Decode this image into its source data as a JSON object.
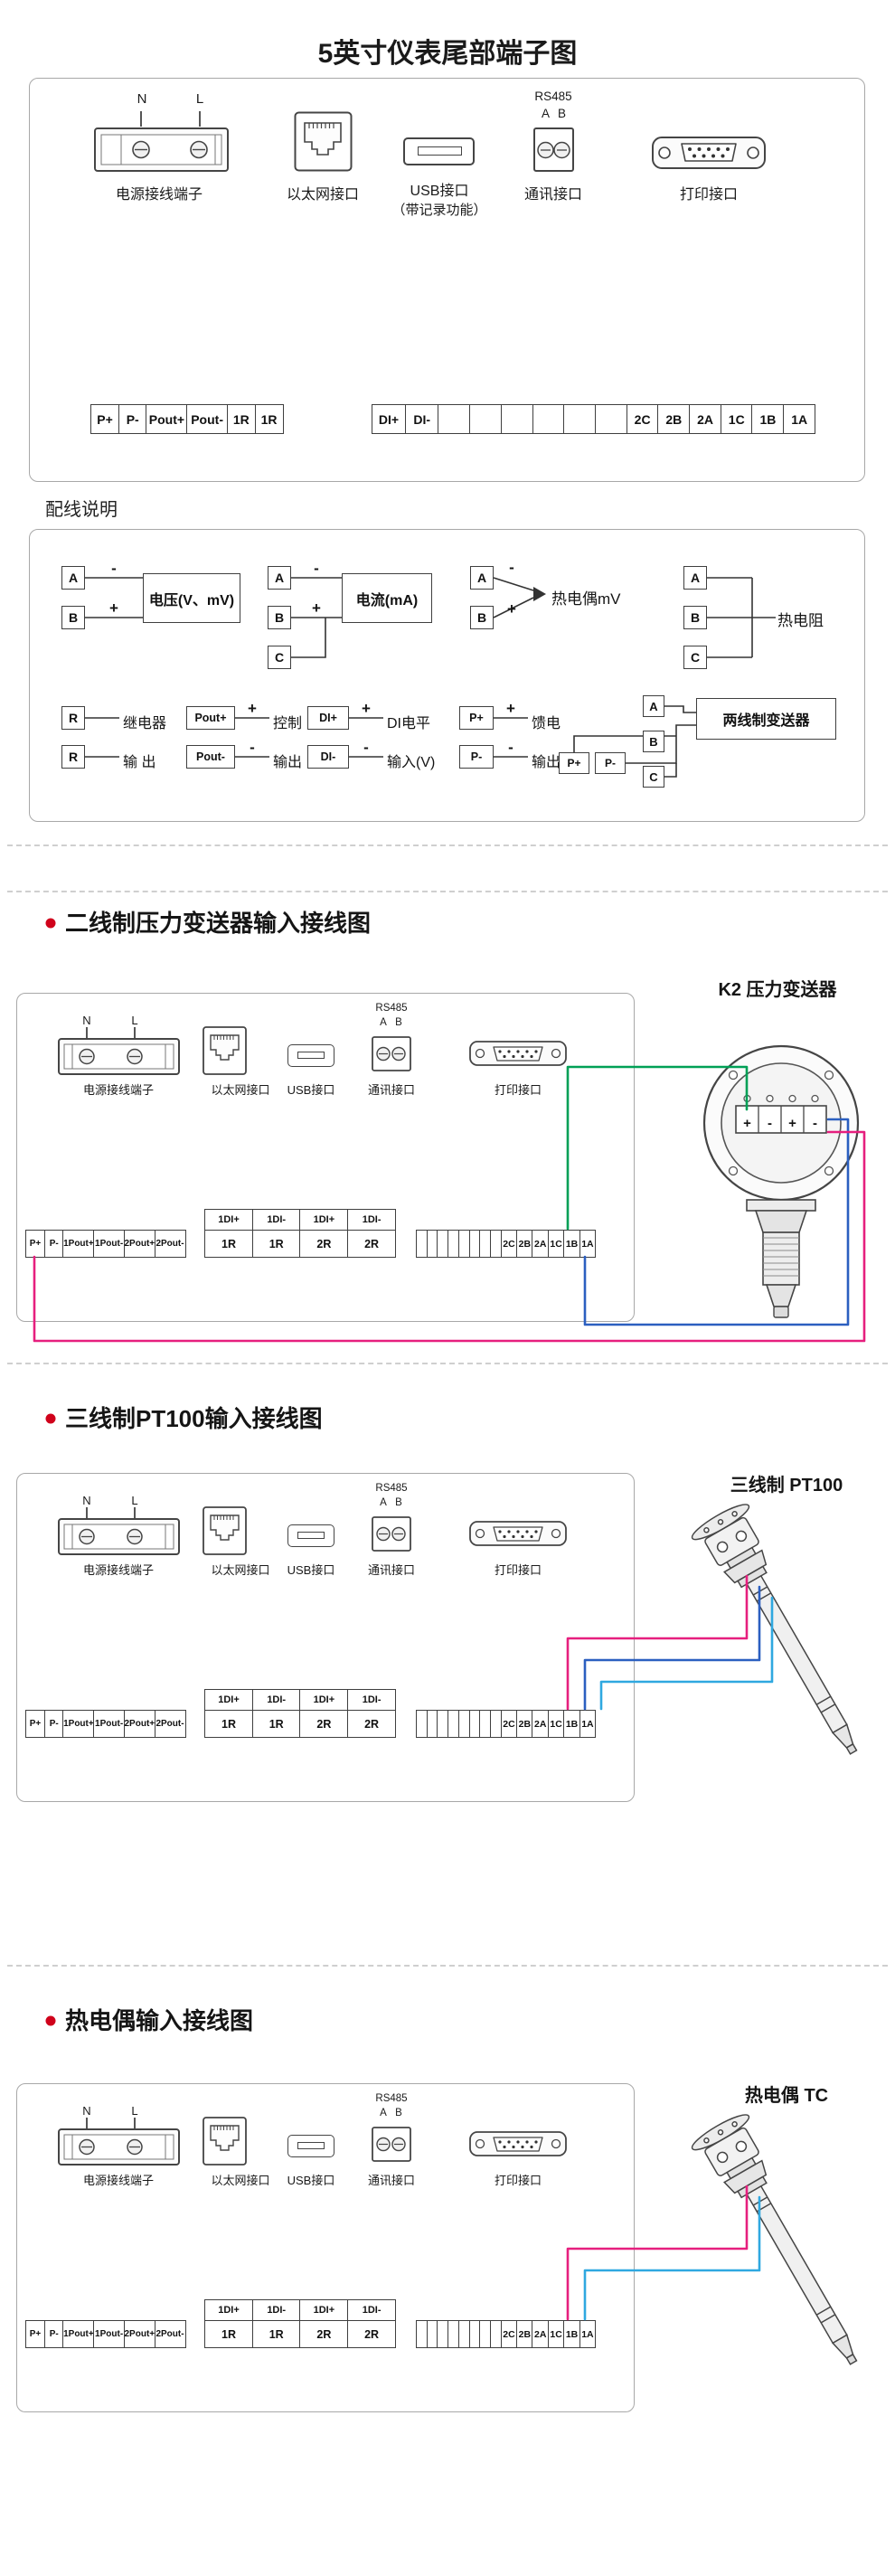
{
  "title": "5英寸仪表尾部端子图",
  "colors": {
    "wire_green": "#00a056",
    "wire_pink": "#e61f7e",
    "wire_blue": "#2b5fc0",
    "wire_cyan": "#2fa8e0",
    "bullet_red": "#d0021b"
  },
  "top_panel": {
    "power": {
      "n": "N",
      "l": "L",
      "label": "电源接线端子"
    },
    "ethernet": {
      "label": "以太网接口"
    },
    "usb": {
      "label": "USB接口",
      "label2": "（带记录功能）"
    },
    "comm": {
      "rs485": "RS485",
      "a": "A",
      "b": "B",
      "label": "通讯接口"
    },
    "printer": {
      "label": "打印接口"
    },
    "strip_left": [
      "P+",
      "P-",
      "Pout+",
      "Pout-",
      "1R",
      "1R"
    ],
    "strip_right": [
      "DI+",
      "DI-",
      "2C",
      "2B",
      "2A",
      "1C",
      "1B",
      "1A"
    ]
  },
  "wiring_notes": {
    "heading": "配线说明",
    "voltage": {
      "a": "A",
      "b": "B",
      "minus": "-",
      "plus": "+",
      "label": "电压(V、mV)"
    },
    "current": {
      "a": "A",
      "b": "B",
      "c": "C",
      "minus": "-",
      "plus": "+",
      "label": "电流(mA)"
    },
    "thermocouple": {
      "a": "A",
      "b": "B",
      "minus": "-",
      "plus": "+",
      "label": "热电偶mV"
    },
    "rtd": {
      "a": "A",
      "b": "B",
      "c": "C",
      "label": "热电阻"
    },
    "relay": {
      "r1": "R",
      "r2": "R",
      "label1": "继电器",
      "label2": "输 出"
    },
    "control": {
      "t1": "Pout+",
      "t2": "Pout-",
      "plus": "+",
      "minus": "-",
      "label1": "控制",
      "label2": "输出"
    },
    "di": {
      "t1": "DI+",
      "t2": "DI-",
      "plus": "+",
      "minus": "-",
      "label1": "DI电平",
      "label2": "输入(V)"
    },
    "feed": {
      "t1": "P+",
      "t2": "P-",
      "plus": "+",
      "minus": "-",
      "label1": "馈电",
      "label2": "输出"
    },
    "transmitter": {
      "a": "A",
      "b": "B",
      "c": "C",
      "p1": "P+",
      "p2": "P-",
      "label": "两线制变送器"
    }
  },
  "panel": {
    "power_n": "N",
    "power_l": "L",
    "power_label": "电源接线端子",
    "ethernet_label": "以太网接口",
    "usb_label": "USB接口",
    "rs485": "RS485",
    "a": "A",
    "b": "B",
    "comm_label": "通讯接口",
    "printer_label": "打印接口",
    "strip_a": [
      "P+",
      "P-",
      "1Pout+",
      "1Pout-",
      "2Pout+",
      "2Pout-"
    ],
    "strip_di": [
      "1DI+",
      "1DI-",
      "1DI+",
      "1DI-"
    ],
    "strip_r": [
      "1R",
      "1R",
      "2R",
      "2R"
    ],
    "strip_c": [
      "2C",
      "2B",
      "2A",
      "1C",
      "1B",
      "1A"
    ]
  },
  "sections": {
    "s2": {
      "heading": "二线制压力变送器输入接线图",
      "device_label": "K2 压力变送器",
      "terminals": [
        "+",
        "-",
        "+",
        "-"
      ]
    },
    "s3": {
      "heading": "三线制PT100输入接线图",
      "device_label": "三线制 PT100"
    },
    "s4": {
      "heading": "热电偶输入接线图",
      "device_label": "热电偶 TC"
    }
  }
}
